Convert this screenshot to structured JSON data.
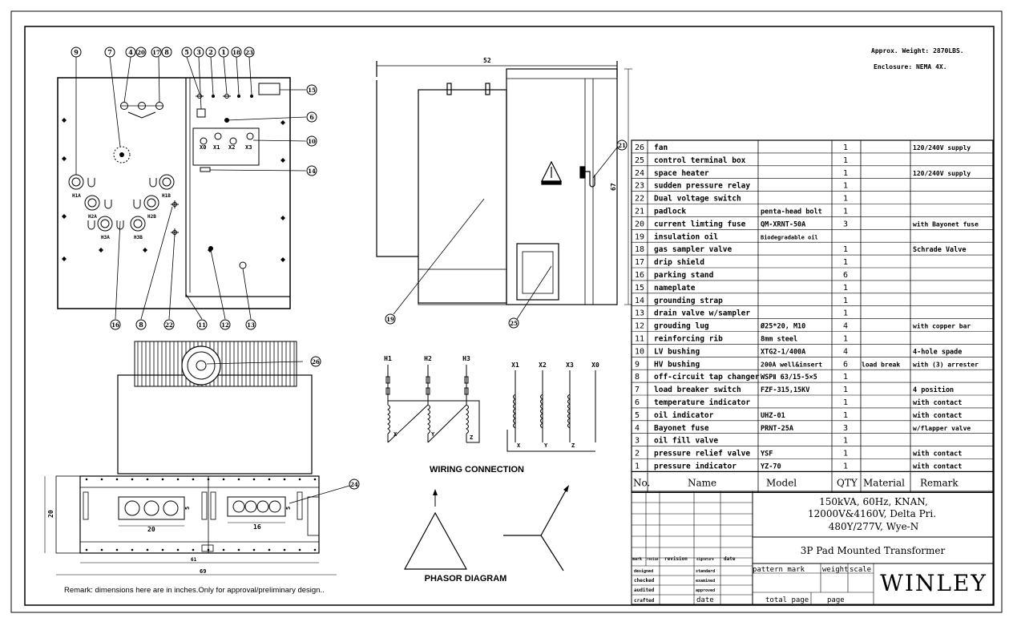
{
  "header": {
    "weight": "Approx. Weight: 2870LBS.",
    "enclosure": "Enclosure: NEMA 4X."
  },
  "remark": "Remark: dimensions here are in inches.Only for approval/preliminary design..",
  "front_view": {
    "balloons_top": [
      "9",
      "7",
      "4",
      "20",
      "17",
      "8",
      "5",
      "3",
      "2",
      "1",
      "18",
      "23"
    ],
    "balloons_right": [
      "15",
      "6",
      "10",
      "14"
    ],
    "balloons_bottom": [
      "16",
      "8",
      "22",
      "11",
      "12",
      "13"
    ],
    "hv_labels": [
      "H1A",
      "H2A",
      "H3A",
      "H1B",
      "H2B",
      "H3B"
    ],
    "lv_labels": [
      "X0",
      "X1",
      "X2",
      "X3"
    ]
  },
  "side_view": {
    "dim_top": "52",
    "dim_right": "67",
    "balloons": [
      "21",
      "19",
      "25"
    ]
  },
  "bottom_view": {
    "balloons": [
      "26",
      "24"
    ],
    "dim_left": "20",
    "dim_a": "20",
    "dim_b": "16",
    "dim_c": "5",
    "dim_d": "5",
    "dim_e": "61",
    "dim_f": "69"
  },
  "wiring": {
    "title": "WIRING CONNECTION",
    "hv_terminals": [
      "H1",
      "H2",
      "H3"
    ],
    "lv_terminals": [
      "X1",
      "X2",
      "X3",
      "X0"
    ],
    "hv_coils": [
      "X",
      "Y",
      "Z"
    ],
    "lv_coils": [
      "X",
      "Y",
      "Z"
    ]
  },
  "phasor": {
    "title": "PHASOR DIAGRAM"
  },
  "bom": {
    "headers": [
      "No.",
      "Name",
      "Model",
      "QTY",
      "Material",
      "Remark"
    ],
    "rows": [
      [
        "26",
        "fan",
        "",
        "1",
        "",
        "120/240V supply"
      ],
      [
        "25",
        "control terminal box",
        "",
        "1",
        "",
        ""
      ],
      [
        "24",
        "space heater",
        "",
        "1",
        "",
        "120/240V supply"
      ],
      [
        "23",
        "sudden pressure relay",
        "",
        "1",
        "",
        ""
      ],
      [
        "22",
        "Dual voltage switch",
        "",
        "1",
        "",
        ""
      ],
      [
        "21",
        "padlock",
        "penta-head bolt",
        "1",
        "",
        ""
      ],
      [
        "20",
        "current limting fuse",
        "QM-XRNT-50A",
        "3",
        "",
        "with Bayonet fuse"
      ],
      [
        "19",
        "insulation oil",
        "Biodegradable oil",
        "",
        "",
        ""
      ],
      [
        "18",
        "gas sampler valve",
        "",
        "1",
        "",
        "Schrade Valve"
      ],
      [
        "17",
        "drip shield",
        "",
        "1",
        "",
        ""
      ],
      [
        "16",
        "parking stand",
        "",
        "6",
        "",
        ""
      ],
      [
        "15",
        "nameplate",
        "",
        "1",
        "",
        ""
      ],
      [
        "14",
        "grounding strap",
        "",
        "1",
        "",
        ""
      ],
      [
        "13",
        "drain valve w/sampler",
        "",
        "1",
        "",
        ""
      ],
      [
        "12",
        "grouding lug",
        "Ø25*20, M10",
        "4",
        "",
        "with copper bar"
      ],
      [
        "11",
        "reinforcing rib",
        "8mm steel",
        "1",
        "",
        ""
      ],
      [
        "10",
        "LV bushing",
        "XTG2-1/400A",
        "4",
        "",
        "4-hole spade"
      ],
      [
        "9",
        "HV bushing",
        "200A well&insert",
        "6",
        "load break",
        "with (3) arrester"
      ],
      [
        "8",
        "off-circuit tap changer",
        "WSPⅡ 63/15-5×5",
        "1",
        "",
        ""
      ],
      [
        "7",
        "load breaker switch",
        "FZF-315,15KV",
        "1",
        "",
        "4 position"
      ],
      [
        "6",
        "temperature indicator",
        "",
        "1",
        "",
        "with contact"
      ],
      [
        "5",
        "oil indicator",
        "UHZ-01",
        "1",
        "",
        "with contact"
      ],
      [
        "4",
        "Bayonet fuse",
        "PRNT-25A",
        "3",
        "",
        "w/flapper valve"
      ],
      [
        "3",
        "oil fill valve",
        "",
        "1",
        "",
        ""
      ],
      [
        "2",
        "pressure relief valve",
        "YSF",
        "1",
        "",
        "with contact"
      ],
      [
        "1",
        "pressure indicator",
        "YZ-70",
        "1",
        "",
        "with contact"
      ]
    ]
  },
  "title_block": {
    "spec1": "150kVA, 60Hz, KNAN,",
    "spec2": "12000V&4160V, Delta Pri.",
    "spec3": "480Y/277V, Wye-N",
    "product": "3P Pad Mounted Transformer",
    "mark": "mark",
    "revise": "revise",
    "revision": "revision",
    "signature": "signature",
    "date_small": "date",
    "designed": "designed",
    "checked": "checked",
    "audited": "audited",
    "crafted": "crafted",
    "standard": "standard",
    "examined": "examined",
    "approved": "approved",
    "date": "date",
    "pattern_mark": "pattern mark",
    "weight": "weight",
    "scale": "scale",
    "total_page": "total page",
    "page": "page",
    "brand": "WINLEY"
  }
}
